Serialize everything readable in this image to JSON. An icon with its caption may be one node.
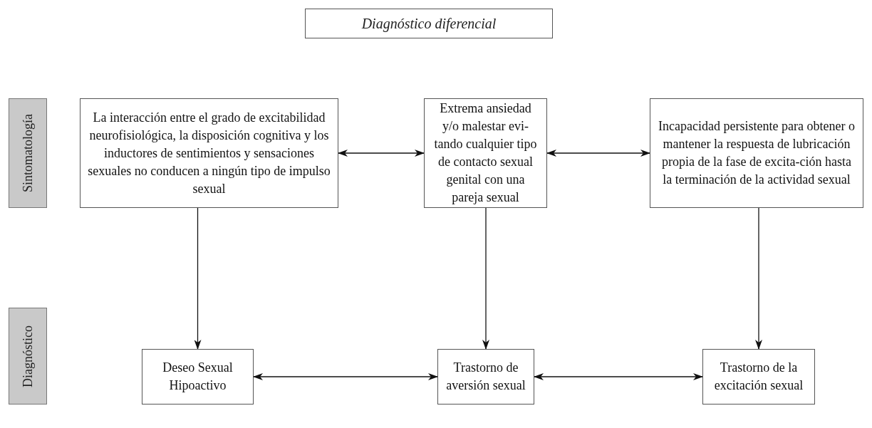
{
  "diagram": {
    "nodes": [
      {
        "text": [
          "Diagnóstico diferencial"
        ]
      },
      {
        "text": [
          "Sintomatología"
        ]
      },
      {
        "text": [
          "Diagnóstico"
        ]
      },
      {
        "text": [
          "La interacción entre el grado de excitabilidad neurofisiológica, la disposición cognitiva y los inductores de sentimientos y sensaciones sexuales no conducen a ningún tipo de impulso sexual"
        ]
      },
      {
        "text": [
          "Extrema ansiedad y/o malestar evi-tando cualquier tipo de contacto sexual genital con una pareja sexual"
        ]
      },
      {
        "text": [
          "Incapacidad persistente para obtener o mantener la respuesta de lubricación propia de la fase de excita-ción hasta la terminación de la actividad sexual"
        ]
      },
      {
        "text": [
          "Deseo Sexual Hipoactivo"
        ]
      },
      {
        "text": [
          "Trastorno de aversión sexual"
        ]
      },
      {
        "text": [
          "Trastorno de la excitación sexual"
        ]
      }
    ],
    "edges": [
      {
        "from": 3,
        "to": 4,
        "arrow": "both"
      },
      {
        "from": 4,
        "to": 5,
        "arrow": "both"
      },
      {
        "from": 3,
        "to": 6,
        "arrow": "to"
      },
      {
        "from": 4,
        "to": 7,
        "arrow": "to"
      },
      {
        "from": 5,
        "to": 8,
        "arrow": "to"
      },
      {
        "from": 6,
        "to": 7,
        "arrow": "both"
      },
      {
        "from": 7,
        "to": 8,
        "arrow": "both"
      }
    ]
  }
}
